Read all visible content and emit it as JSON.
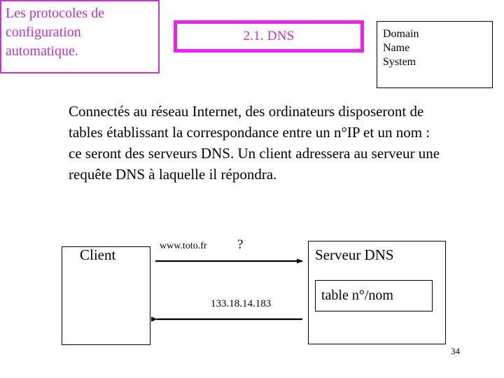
{
  "slide": {
    "chapter_box": {
      "text": "Les protocoles de configuration automatique."
    },
    "section_heading": {
      "label": "2.1. DNS"
    },
    "acronym_box": {
      "text": "Domain\nName\nSystem"
    },
    "body": {
      "paragraph": "Connectés au réseau Internet, des ordinateurs disposeront de tables établissant la correspondance entre un n°IP et un nom : ce seront des serveurs DNS. Un client adressera au serveur une requête DNS à laquelle il répondra."
    },
    "diagram": {
      "client_label": "Client",
      "server_label": "Serveur DNS",
      "table_label": "table n°/nom",
      "query_label": "www.toto.fr",
      "query_question_mark": "?",
      "reply_label": "133.18.14.183"
    },
    "page_number": "34",
    "colors": {
      "accent_magenta": "#EE22EE",
      "accent_purple_text": "#C22EC6",
      "chapter_border": "#CC33CC",
      "ink": "#000000",
      "background": "#FFFFFF"
    }
  }
}
